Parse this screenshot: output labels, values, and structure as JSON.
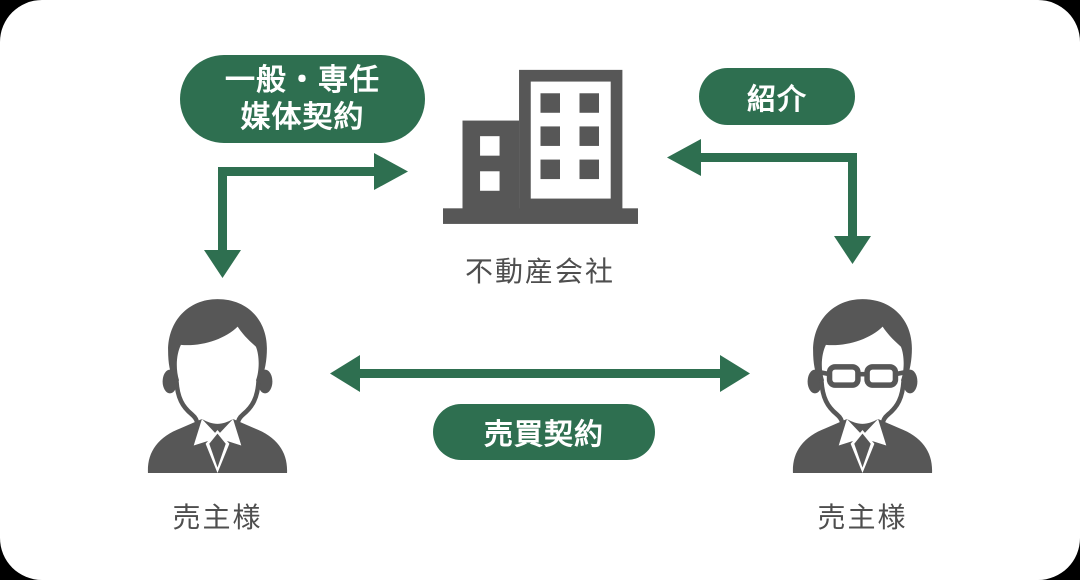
{
  "diagram": {
    "company": {
      "label": "不動産会社",
      "icon": "building-icon"
    },
    "seller_left": {
      "label": "売主様",
      "icon": "person-icon"
    },
    "seller_right": {
      "label": "売主様",
      "icon": "person-glasses-icon"
    },
    "badge_mediation": {
      "line1": "一般・専任",
      "line2": "媒体契約"
    },
    "badge_referral": {
      "label": "紹介"
    },
    "badge_sale": {
      "label": "売買契約"
    },
    "arrows": [
      {
        "name": "mediation-arrow",
        "shape": "L",
        "heads": [
          "right-toward-company",
          "down-toward-seller-left"
        ]
      },
      {
        "name": "referral-arrow",
        "shape": "L",
        "heads": [
          "left-toward-company",
          "down-toward-seller-right"
        ]
      },
      {
        "name": "sale-arrow",
        "shape": "horizontal",
        "heads": [
          "left-toward-seller-left",
          "right-toward-seller-right"
        ]
      }
    ],
    "colors": {
      "accent_green": "#2E6F50",
      "icon_gray": "#575757",
      "label_gray": "#4E4E4E",
      "card_bg": "#FFFFFF",
      "page_bg": "#000000"
    }
  }
}
